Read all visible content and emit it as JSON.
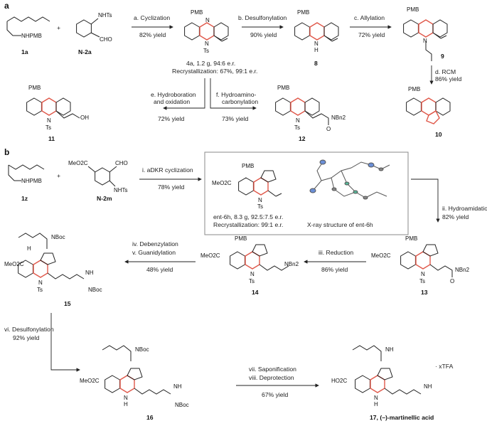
{
  "panels": {
    "a": "a",
    "b": "b"
  },
  "a": {
    "cpd_1a": "1a",
    "cpd_1a_group": "NHPMB",
    "plus": "+",
    "cpd_2a": "N-2a",
    "cpd_2a_nhts": "NHTs",
    "cpd_2a_cho": "CHO",
    "step_a": "a. Cyclization",
    "step_a_yield": "82% yield",
    "cpd_4a": "4a, 1.2 g, 94:6 e.r.",
    "cpd_4a_recryst": "Recrystallization: 67%, 99:1 e.r.",
    "step_b": "b. Desulfonylation",
    "step_b_yield": "90% yield",
    "cpd_8": "8",
    "step_c": "c. Allylation",
    "step_c_yield": "72% yield",
    "cpd_9": "9",
    "step_d": "d. RCM",
    "step_d_yield": "86% yield",
    "cpd_10": "10",
    "step_e1": "e. Hydroboration",
    "step_e2": "and oxidation",
    "step_e_yield": "72% yield",
    "cpd_11": "11",
    "cpd_11_oh": "OH",
    "step_f1": "f. Hydroamino-",
    "step_f2": "carbonylation",
    "step_f_yield": "73% yield",
    "cpd_12": "12",
    "cpd_12_group": "NBn2"
  },
  "b": {
    "cpd_1z": "1z",
    "cpd_1z_group": "NHPMB",
    "plus": "+",
    "cpd_2m": "N-2m",
    "cpd_2m_ester": "MeO2C",
    "cpd_2m_cho": "CHO",
    "cpd_2m_nhts": "NHTs",
    "step_i": "i. aDKR cyclization",
    "step_i_yield": "78% yield",
    "cpd_6h": "ent-6h, 8.3 g, 92.5:7.5 e.r.",
    "cpd_6h_recryst": "Recrystallization: 99:1 e.r.",
    "xray": "X-ray structure of ent-6h",
    "step_ii": "ii. Hydroamidation",
    "step_ii_yield": "82% yield",
    "cpd_13": "13",
    "step_iii": "iii. Reduction",
    "step_iii_yield": "86% yield",
    "cpd_14": "14",
    "step_iv": "iv. Debenzylation",
    "step_v": "v. Guanidylation",
    "step_iv_yield": "48% yield",
    "cpd_15": "15",
    "step_vi": "vi. Desulfonylation",
    "step_vi_yield": "92% yield",
    "cpd_16": "16",
    "step_vii": "vii. Saponification",
    "step_viii": "viii. Deprotection",
    "step_vii_yield": "67% yield",
    "cpd_17": "17, (–)-martinellic acid",
    "tfa": "· xTFA",
    "atoms": {
      "pmb": "PMB",
      "n": "N",
      "h": "H",
      "ts": "Ts",
      "nboc": "NBoc",
      "nh": "NH",
      "meo2c": "MeO2C",
      "ho2c": "HO2C",
      "nbn2": "NBn2",
      "o": "O",
      "nh2": "NH"
    }
  },
  "colors": {
    "highlight": "#e0584a",
    "ink": "#222222",
    "frame": "#8a8a8a"
  }
}
